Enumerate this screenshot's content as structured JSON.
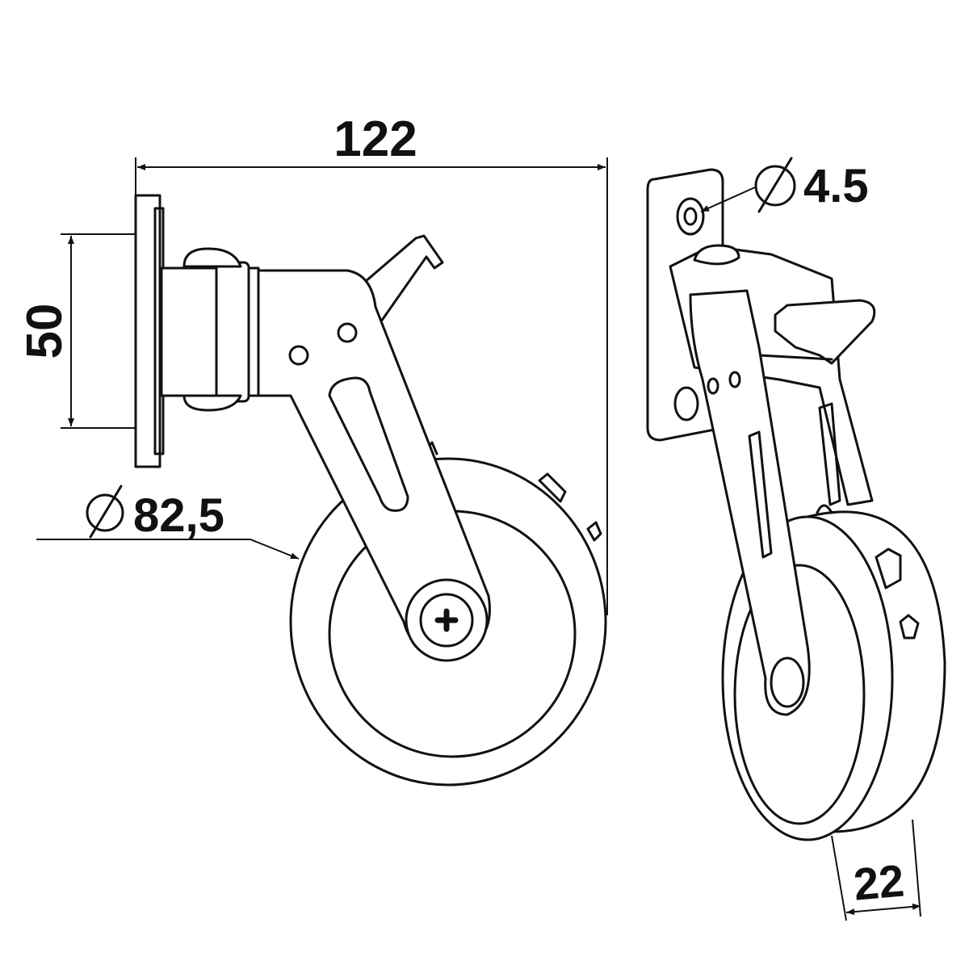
{
  "title": "Castor wheel technical drawing",
  "dimensions": {
    "overall_length": {
      "value": "122"
    },
    "plate_height": {
      "value": "50"
    },
    "wheel_diameter": {
      "symbol": "⌀",
      "value": "82,5"
    },
    "hole_diameter": {
      "symbol": "⌀",
      "value": "4.5"
    },
    "wheel_width": {
      "value": "22"
    }
  },
  "colors": {
    "line": "#111111",
    "background": "#ffffff"
  }
}
